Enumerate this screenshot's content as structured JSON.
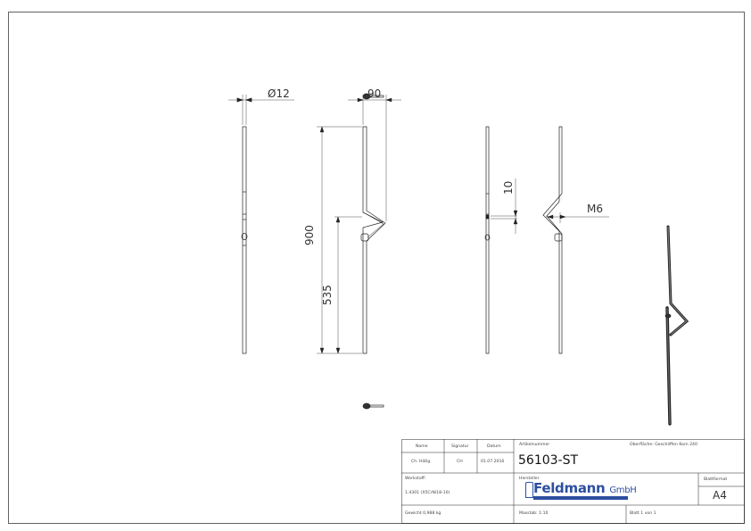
{
  "drawing": {
    "dimensions": {
      "diameter": "Ø12",
      "offset": "90",
      "total_height": "900",
      "lower_height": "535",
      "gap": "10",
      "thread": "M6"
    }
  },
  "title_block": {
    "headers": {
      "name": "Name",
      "signature": "Signatur",
      "date": "Datum"
    },
    "values": {
      "name": "Ch. Hößg",
      "signature": "CH",
      "date": "01.07.2016"
    },
    "article_label": "Artikelnummer",
    "article_number": "56103-ST",
    "surface": "Oberfläche:  Geschliffen Korn 240",
    "material_label": "Werkstoff:",
    "material": "1.4301 (X5CrNi18-10)",
    "manufacturer_label": "Hersteller",
    "manufacturer_logo": "Feldmann GmbH",
    "format_label": "Blattformat",
    "format": "A4",
    "weight": "Gewicht 0,988 kg",
    "scale": "Masstab: 1:10",
    "sheet": "Blatt 1 von 1"
  },
  "colors": {
    "line": "#222222",
    "logo": "#2d4fa0"
  }
}
